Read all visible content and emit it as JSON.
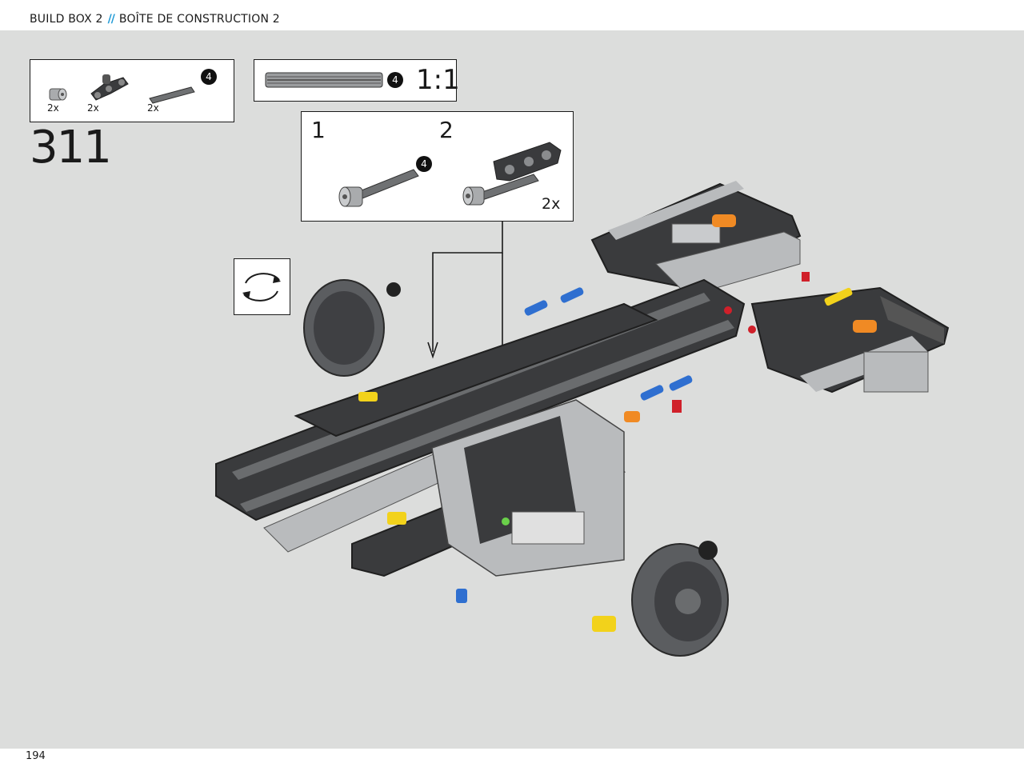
{
  "header": {
    "title_en": "BUILD BOX 2",
    "separator": "//",
    "title_fr": "BOÎTE DE CONSTRUCTION 2"
  },
  "parts_list": {
    "items": [
      {
        "part": "bush-icon",
        "quantity": "2x"
      },
      {
        "part": "beam-connector-icon",
        "quantity": "2x"
      },
      {
        "part": "axle-4-icon",
        "quantity": "2x",
        "length_badge": "4"
      }
    ]
  },
  "scale_callout": {
    "length_badge": "4",
    "scale": "1:1"
  },
  "step_number": "311",
  "sub_assembly": {
    "steps": [
      {
        "number": "1",
        "length_badge": "4"
      },
      {
        "number": "2",
        "quantity": "2x"
      }
    ]
  },
  "rotate_indicator": {
    "icon": "rotate-model-icon"
  },
  "page_number": "194",
  "colors": {
    "background": "#dcdddc",
    "accent": "#1f9ad6",
    "beam_dark": "#3a3b3d",
    "beam_light": "#b9bbbd",
    "pin_blue": "#2f6fd0",
    "pin_yellow": "#f2d21b",
    "pin_orange": "#f08a24",
    "pin_red": "#d0202a"
  }
}
